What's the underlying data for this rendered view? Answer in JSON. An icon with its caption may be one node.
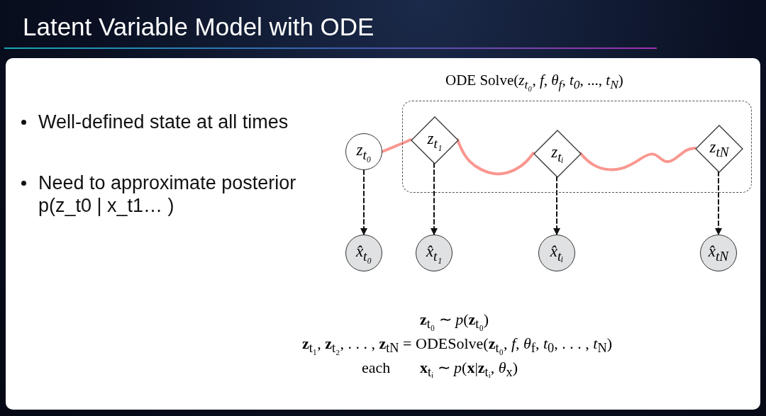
{
  "diagram": {
    "title": "Latent Variable Model with ODE",
    "nodes": [
      {
        "text": [
          "ODE Solve(*z*$_{t₀}$, *f*, *θ*$_{f}$, *t*$_{0}$, ..., *t*$_{N}$)"
        ]
      },
      {
        "text": [
          "z$_{t₀}$"
        ]
      },
      {
        "text": [
          "z$_{t₁}$"
        ],
        "in": 0
      },
      {
        "text": [
          "z$_{tᵢ}$"
        ],
        "in": 0
      },
      {
        "text": [
          "z$_{tN}$"
        ],
        "in": 0
      },
      {
        "text": [
          "x̂$_{t₀}$"
        ]
      },
      {
        "text": [
          "x̂$_{t₁}$"
        ]
      },
      {
        "text": [
          "x̂$_{tᵢ}$"
        ]
      },
      {
        "text": [
          "x̂$_{tN}$"
        ]
      }
    ],
    "edges": [
      {
        "from": 1,
        "to": 2,
        "arrow": "none",
        "style": "thick",
        "color": "#f8857c"
      },
      {
        "from": 2,
        "to": 3,
        "arrow": "none",
        "style": "thick",
        "color": "#f8857c"
      },
      {
        "from": 3,
        "to": 4,
        "arrow": "none",
        "style": "thick",
        "color": "#f8857c"
      },
      {
        "from": 1,
        "to": 5,
        "arrow": "to",
        "style": "dashed"
      },
      {
        "from": 2,
        "to": 6,
        "arrow": "to",
        "style": "dashed"
      },
      {
        "from": 3,
        "to": 7,
        "arrow": "to",
        "style": "dashed"
      },
      {
        "from": 4,
        "to": 8,
        "arrow": "to",
        "style": "dashed"
      }
    ],
    "labels": [
      "Well-defined state at all times",
      "Need to approximate posterior p(z_t0 | x_t1… )",
      "**z**$_{t₀}$ ∼ *p*(**z**$_{t₀}$)",
      "**z**$_{t₁}$, **z**$_{t₂}$, . . . , **z**$_{tN}$ = ODESolve(**z**$_{t₀}$, *f*, *θ*$_{f}$, *t*$_{0}$, . . . , *t*$_{N}$)",
      "each",
      "**x**$_{tᵢ}$ ∼ *p*(**x**|**z**$_{tᵢ}$, *θ*$_{x}$)"
    ]
  }
}
